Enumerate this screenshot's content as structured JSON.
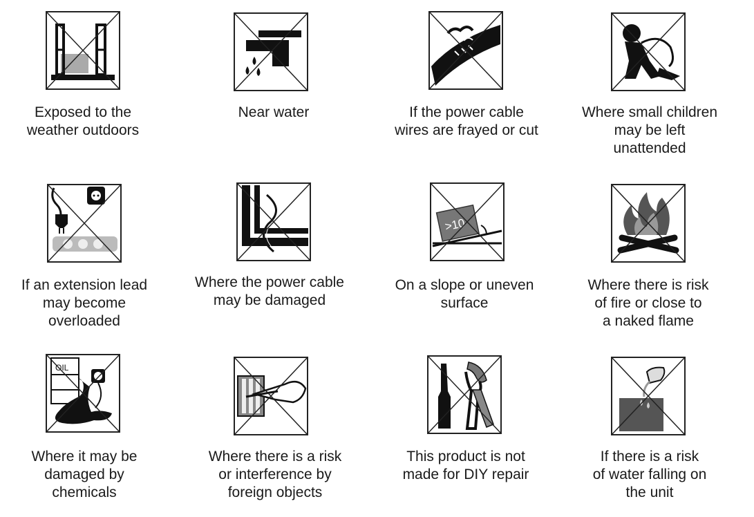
{
  "warnings": [
    {
      "icon": "window-weather-icon",
      "lines": [
        "Exposed to the",
        "weather outdoors"
      ]
    },
    {
      "icon": "tap-water-icon",
      "lines": [
        "Near water"
      ]
    },
    {
      "icon": "frayed-cable-icon",
      "lines": [
        "If the power cable",
        "wires are frayed or cut"
      ]
    },
    {
      "icon": "child-cable-icon",
      "lines": [
        "Where small children",
        "may be left",
        "unattended"
      ]
    },
    {
      "icon": "extension-lead-icon",
      "lines": [
        "If an extension lead",
        "may become",
        "overloaded"
      ]
    },
    {
      "icon": "cable-door-icon",
      "lines": [
        "Where the power cable",
        "may be damaged"
      ]
    },
    {
      "icon": "slope-icon",
      "lines": [
        "On a slope or uneven",
        "surface"
      ],
      "slope_label": ">10"
    },
    {
      "icon": "fire-icon",
      "lines": [
        "Where there is risk",
        "of fire or close to",
        "a naked flame"
      ]
    },
    {
      "icon": "oil-spill-icon",
      "lines": [
        "Where it may be",
        "damaged by",
        "chemicals"
      ],
      "oil_label": "OIL"
    },
    {
      "icon": "foreign-object-icon",
      "lines": [
        "Where there is a risk",
        "or interference by",
        "foreign objects"
      ]
    },
    {
      "icon": "tools-icon",
      "lines": [
        "This product is not",
        "made for DIY repair"
      ]
    },
    {
      "icon": "water-pour-icon",
      "lines": [
        "If there is a risk",
        "of water falling on",
        "the unit"
      ]
    }
  ]
}
